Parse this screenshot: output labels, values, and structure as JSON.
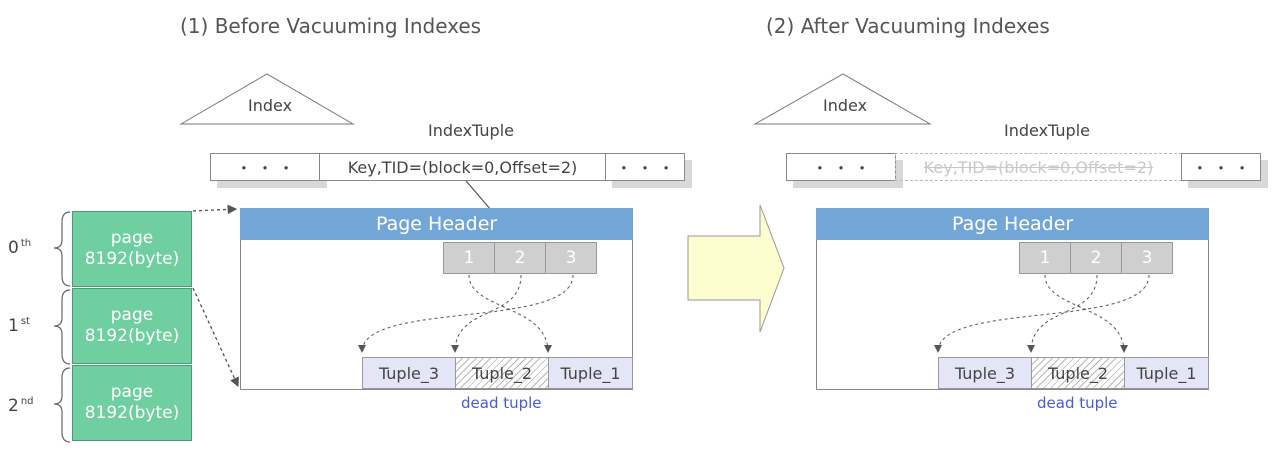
{
  "panels": [
    {
      "title": "(1) Before Vacuuming Indexes",
      "index_label": "Index",
      "indextuple_label": "IndexTuple",
      "ellipsis": "・ ・ ・",
      "key_text": "Key,TID=(block=0,Offset=2)",
      "page_header": "Page Header",
      "slots": [
        "1",
        "2",
        "3"
      ],
      "tuples": [
        "Tuple_3",
        "Tuple_2",
        "Tuple_1"
      ],
      "dead_label": "dead tuple"
    },
    {
      "title": "(2) After Vacuuming Indexes",
      "index_label": "Index",
      "indextuple_label": "IndexTuple",
      "ellipsis": "・ ・ ・",
      "key_text": "Key,TID=(block=0,Offset=2)",
      "page_header": "Page Header",
      "slots": [
        "1",
        "2",
        "3"
      ],
      "tuples": [
        "Tuple_3",
        "Tuple_2",
        "Tuple_1"
      ],
      "dead_label": "dead tuple"
    }
  ],
  "pages": [
    {
      "ordinal": "0",
      "suffix": "th",
      "label": "page",
      "size": "8192(byte)"
    },
    {
      "ordinal": "1",
      "suffix": "st",
      "label": "page",
      "size": "8192(byte)"
    },
    {
      "ordinal": "2",
      "suffix": "nd",
      "label": "page",
      "size": "8192(byte)"
    }
  ],
  "colors": {
    "page_green": "#6fcfa0",
    "page_header_blue": "#72a6d6",
    "slot_gray": "#cfcfcf",
    "tuple_lavender": "#e4e6f8",
    "dead_label_blue": "#4a5ad2",
    "arrow_yellow": "#fdfdd0"
  }
}
